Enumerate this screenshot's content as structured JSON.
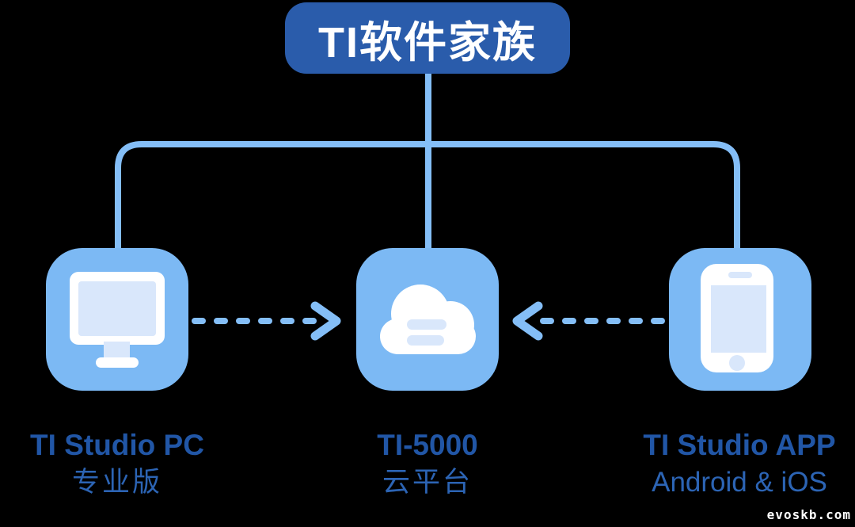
{
  "header": {
    "title": "TI软件家族"
  },
  "nodes": [
    {
      "id": "pc",
      "icon": "desktop-monitor-icon",
      "title": "TI Studio PC",
      "subtitle": "专业版"
    },
    {
      "id": "cloud",
      "icon": "cloud-icon",
      "title": "TI-5000",
      "subtitle": "云平台"
    },
    {
      "id": "app",
      "icon": "smartphone-icon",
      "title": "TI Studio APP",
      "subtitle": "Android & iOS"
    }
  ],
  "connections": [
    {
      "from": "TI软件家族",
      "to": "TI Studio PC",
      "style": "solid-line"
    },
    {
      "from": "TI软件家族",
      "to": "TI-5000",
      "style": "solid-line"
    },
    {
      "from": "TI软件家族",
      "to": "TI Studio APP",
      "style": "solid-line"
    },
    {
      "from": "TI Studio PC",
      "to": "TI-5000",
      "style": "dashed-arrow",
      "direction": "right"
    },
    {
      "from": "TI Studio APP",
      "to": "TI-5000",
      "style": "dashed-arrow",
      "direction": "left"
    }
  ],
  "watermark": "evoskb.com",
  "colors": {
    "background": "#000000",
    "header_bg": "#2a5cab",
    "header_text": "#ffffff",
    "node_fill": "#7cb9f4",
    "icon_main": "#ffffff",
    "icon_accent": "#d9e7fb",
    "connector": "#84bef7",
    "title_text": "#2156a6",
    "subtitle_text": "#2c64b4",
    "watermark_text": "#ffffff"
  }
}
